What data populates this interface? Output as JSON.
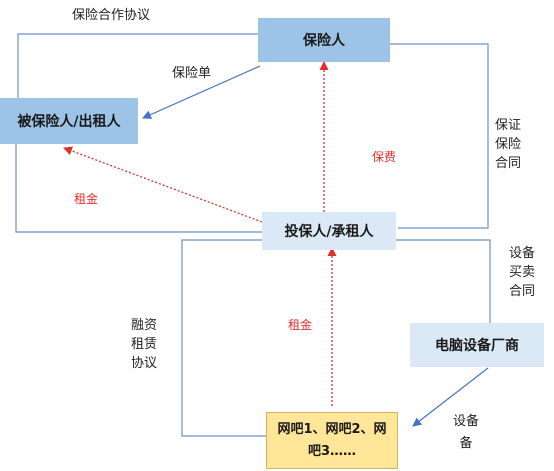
{
  "nodes": {
    "insurer": "保险人",
    "insured_lessor": "被保险人/出租人",
    "policyholder_lessee": "投保人/承租人",
    "vendor": "电脑设备厂商",
    "internet_cafes": "网吧1、网吧2、网吧3……"
  },
  "edge_labels": {
    "insurance_cooperation_agreement": "保险合作协议",
    "insurance_policy": "保险单",
    "premium": "保费",
    "rent_to_lessor": "租金",
    "rent_from_cafes": "租金",
    "guarantee_insurance_contract": [
      "保证",
      "保险",
      "合同"
    ],
    "equipment_purchase_contract": [
      "设备",
      "买卖",
      "合同"
    ],
    "finance_lease_agreement": [
      "融资",
      "租赁",
      "协议"
    ],
    "equipment": [
      "设备"
    ]
  },
  "colors": {
    "box_blue": "#9dc3e6",
    "box_light_blue": "#dbe8f5",
    "box_yellow": "#ffe699",
    "line_blue": "#6d8fc9",
    "arrow_red": "#e0302e"
  }
}
